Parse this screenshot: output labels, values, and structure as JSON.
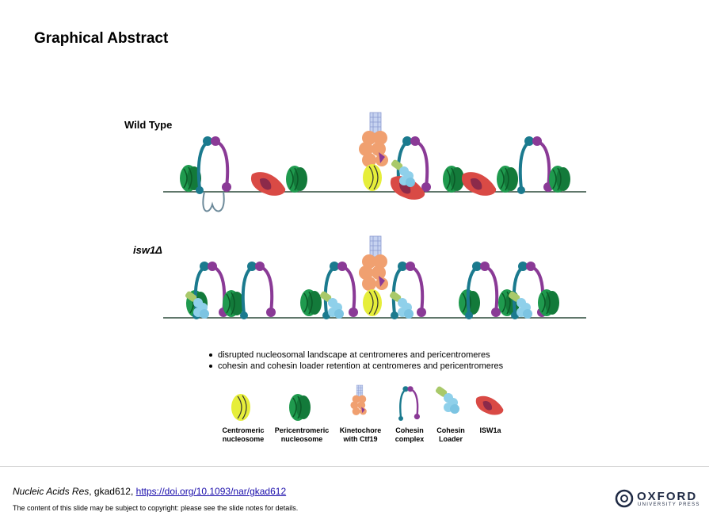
{
  "header": {
    "title": "Graphical Abstract"
  },
  "rows": {
    "wild_type": "Wild Type",
    "mutant": "isw1Δ"
  },
  "bullets": [
    "disrupted nucleosomal landscape at centromeres and pericentromeres",
    "cohesin and cohesin loader retention at centromeres and pericentromeres"
  ],
  "legend": {
    "centromeric": "Centromeric\nnucleosome",
    "pericentromeric": "Pericentromeric\nnucleosome",
    "kinetochore": "Kinetochore\nwith Ctf19",
    "cohesin": "Cohesin\ncomplex",
    "loader": "Cohesin\nLoader",
    "isw1a": "ISW1a"
  },
  "colors": {
    "nucleosome_green": "#1f9a4e",
    "centromeric_yellow": "#e6ee3a",
    "kinetochore_orange": "#f0a070",
    "cohesin_teal": "#1b7a8e",
    "cohesin_purple": "#8a3a96",
    "loader_blue": "#8fd0ea",
    "loader_green": "#a9c96a",
    "isw1a_red": "#d94a45",
    "dna": "#2c4a3a"
  },
  "footer": {
    "journal": "Nucleic Acids Res",
    "article_id": ", gkad612, ",
    "doi": "https://doi.org/10.1093/nar/gkad612",
    "copyright": "The content of this slide may be subject to copyright: please see the slide notes for details.",
    "publisher": "OXFORD",
    "publisher_sub": "UNIVERSITY PRESS"
  }
}
